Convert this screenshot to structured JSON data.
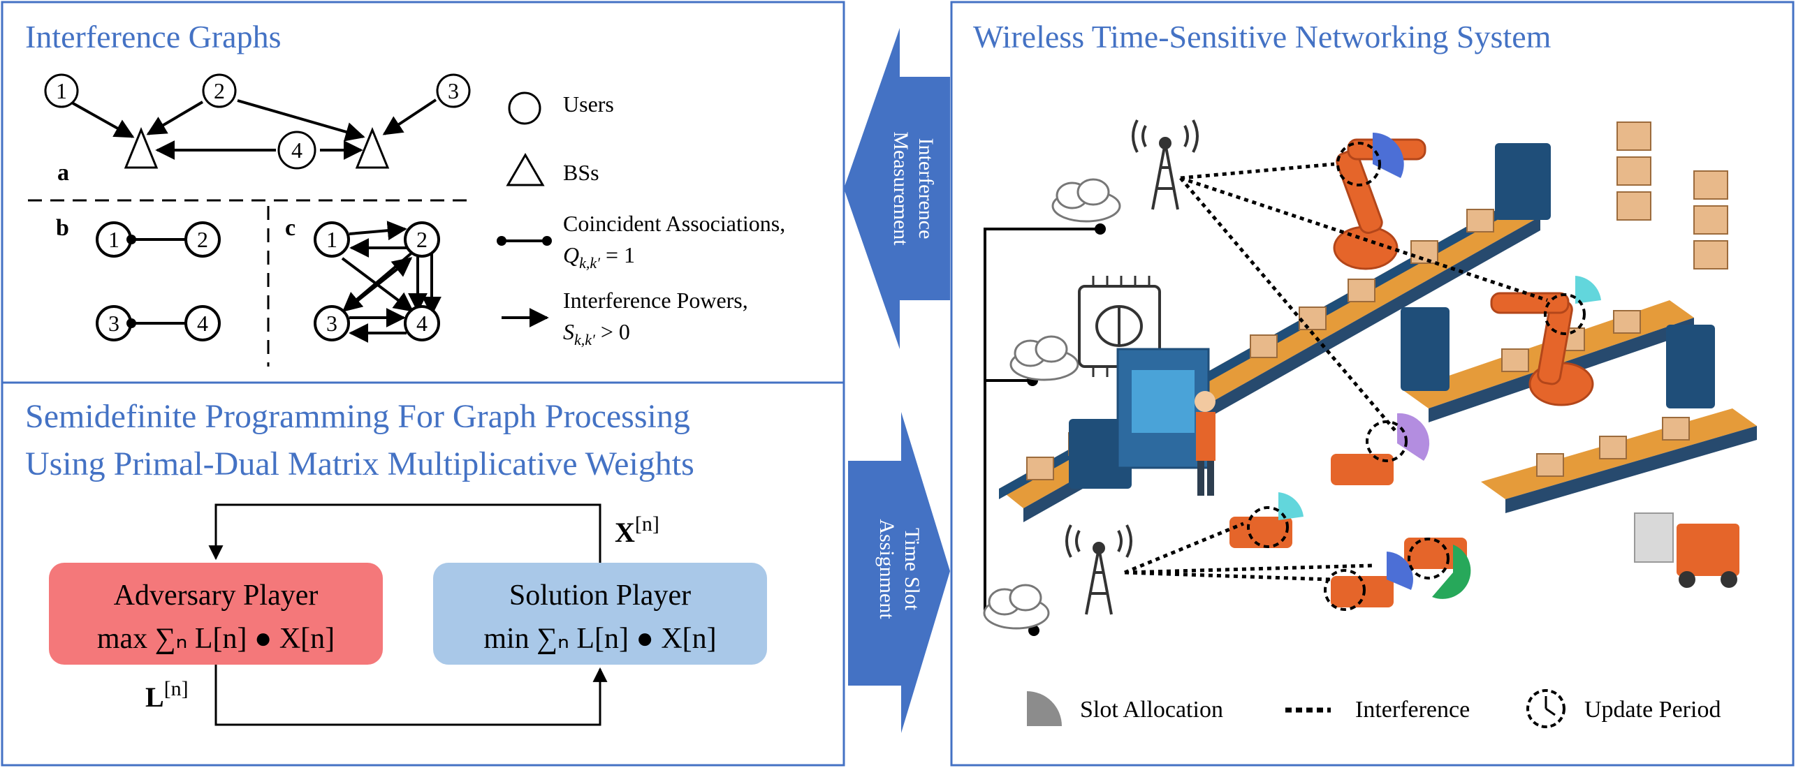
{
  "panels": {
    "interference": {
      "title": "Interference Graphs",
      "letters": [
        "a",
        "b",
        "c"
      ],
      "node_labels": [
        "1",
        "2",
        "3",
        "4"
      ],
      "legend": {
        "users": "Users",
        "bss": "BSs",
        "assoc_line1": "Coincident Associations,",
        "assoc_math": "Q",
        "assoc_sub": "k,k′",
        "assoc_rest": " = 1",
        "power_line1": "Interference Powers,",
        "power_math": "S",
        "power_sub": "k,k′",
        "power_rest": " > 0"
      }
    },
    "sdp": {
      "title_line1": "Semidefinite Programming For Graph Processing",
      "title_line2": "Using Primal-Dual Matrix Multiplicative Weights",
      "adversary": {
        "name": "Adversary Player",
        "op": "max",
        "formula": "∑ₙ L[n] ● X[n]"
      },
      "solution": {
        "name": "Solution Player",
        "op": "min",
        "formula": "∑ₙ L[n] ● X[n]"
      },
      "x_label": "X",
      "l_label": "L",
      "superscript": "[n]"
    },
    "system": {
      "title": "Wireless Time-Sensitive Networking System",
      "legend": {
        "slot": "Slot Allocation",
        "interference": "Interference",
        "update": "Update Period"
      }
    }
  },
  "arrows": {
    "interference_measurement": [
      "Interference",
      "Measurement"
    ],
    "time_slot_assignment": [
      "Time Slot",
      "Assignment"
    ]
  },
  "colors": {
    "title_blue": "#4472c4",
    "adversary_fill": "#f4787a",
    "solution_fill": "#a9c8e8",
    "arrow_fill": "#4472c4",
    "border": "#4472c4"
  }
}
